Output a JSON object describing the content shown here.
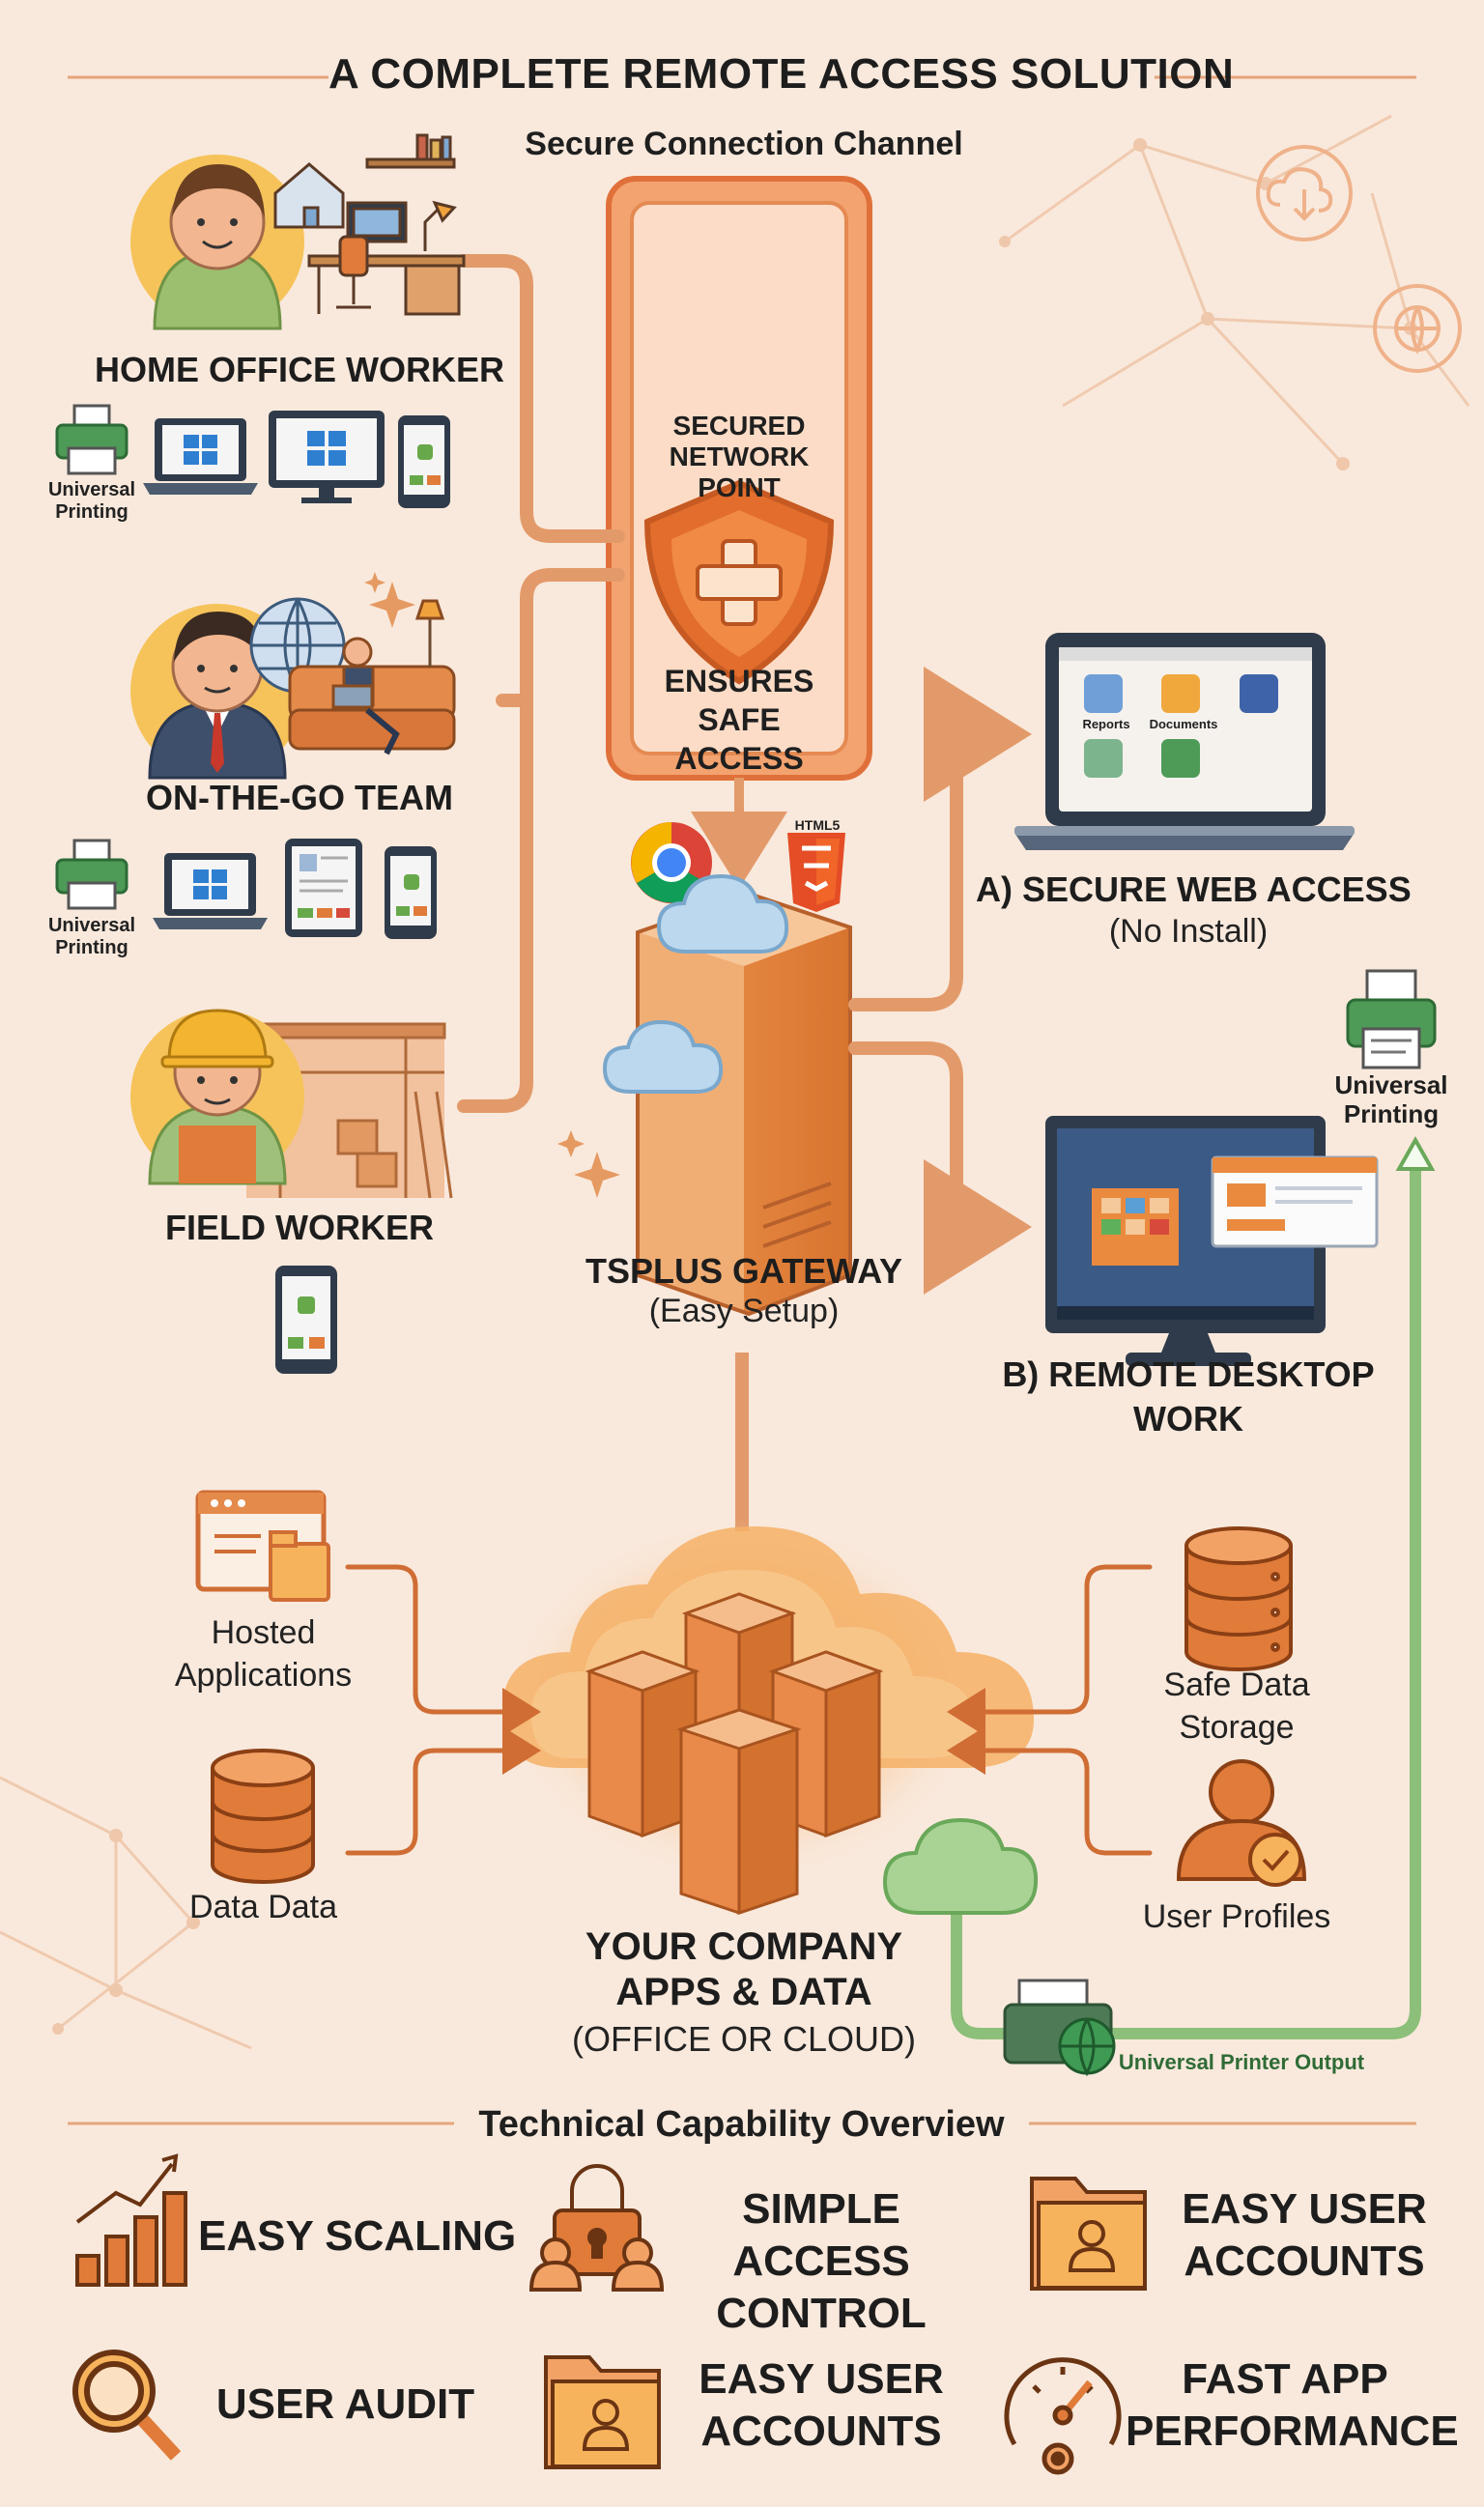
{
  "header": {
    "title": "A COMPLETE REMOTE ACCESS SOLUTION",
    "channel_label": "Secure Connection Channel"
  },
  "users": [
    {
      "label": "HOME OFFICE WORKER",
      "printing_label": "Universal Printing"
    },
    {
      "label": "ON-THE-GO TEAM",
      "printing_label": "Universal Printing"
    },
    {
      "label": "FIELD WORKER"
    }
  ],
  "secure_point": {
    "top_label": "SECURED NETWORK POINT",
    "bottom_label": "ENSURES SAFE ACCESS"
  },
  "gateway": {
    "html5_badge": "HTML5",
    "label": "TSPLUS GATEWAY",
    "sublabel": "(Easy Setup)"
  },
  "web_access": {
    "label": "A) SECURE WEB ACCESS",
    "sublabel": "(No Install)",
    "app_reports": "Reports",
    "app_documents": "Documents"
  },
  "right_printing_label": "Universal Printing",
  "remote_desktop": {
    "label": "B) REMOTE DESKTOP WORK"
  },
  "company": {
    "line1": "YOUR COMPANY",
    "line2": "APPS & DATA",
    "line3": "(OFFICE OR CLOUD)"
  },
  "left_resources": [
    {
      "label": "Hosted Applications"
    },
    {
      "label": "Data Data"
    }
  ],
  "right_resources": [
    {
      "label": "Safe Data Storage"
    },
    {
      "label": "User Profiles"
    }
  ],
  "printer_output_label": "Universal Printer Output",
  "capabilities": {
    "heading": "Technical Capability Overview",
    "items": [
      {
        "label": "EASY SCALING",
        "icon": "growth-chart-icon"
      },
      {
        "label": "SIMPLE ACCESS CONTROL",
        "icon": "padlock-users-icon"
      },
      {
        "label": "EASY USER ACCOUNTS",
        "icon": "user-folder-icon"
      },
      {
        "label": "USER AUDIT",
        "icon": "magnifier-icon"
      },
      {
        "label": "EASY USER ACCOUNTS",
        "icon": "user-folder-icon"
      },
      {
        "label": "FAST APP PERFORMANCE",
        "icon": "speedometer-gear-icon"
      }
    ]
  },
  "colors": {
    "background": "#f9e9dc",
    "accent_orange": "#e07b39",
    "line_orange": "#e39a6a",
    "green_line": "#8cbf7a",
    "dark_text": "#1d1d1d"
  }
}
